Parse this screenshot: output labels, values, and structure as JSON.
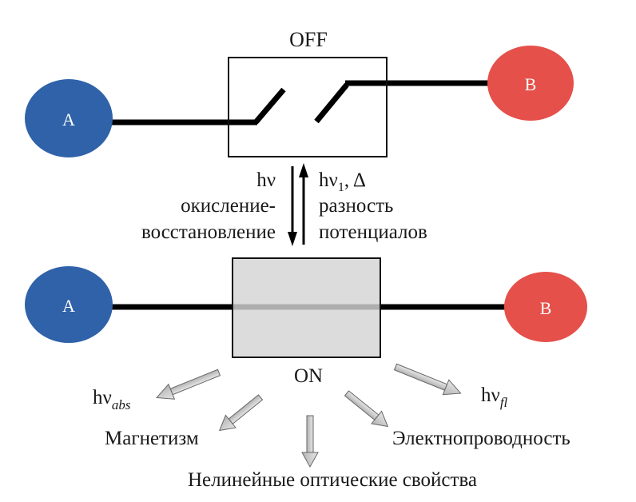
{
  "switch_off": {
    "label": "OFF",
    "node_a": "A",
    "node_b": "B"
  },
  "switch_on": {
    "label": "ON",
    "node_a": "A",
    "node_b": "B"
  },
  "transition_forward": {
    "line1": "hν",
    "line2": "окисление-",
    "line3": "восстановление"
  },
  "transition_backward": {
    "line1_base": "hν",
    "line1_sub": "1",
    "line1_rest": ", Δ",
    "line2": "разность",
    "line3": "потенциалов"
  },
  "outputs": {
    "absorption": {
      "base": "hν",
      "sub": "abs"
    },
    "magnetism": "Магнетизм",
    "nonlinear_optics": "Нелинейные оптические свойства",
    "conductivity": "Электнопроводность",
    "fluorescence": {
      "base": "hν",
      "sub": "fl"
    }
  },
  "colors": {
    "node_a": "#2f62a8",
    "node_b": "#e5504a",
    "on_box_fill": "#d4d4d4",
    "output_arrow_fill": "#c8c8c8"
  }
}
